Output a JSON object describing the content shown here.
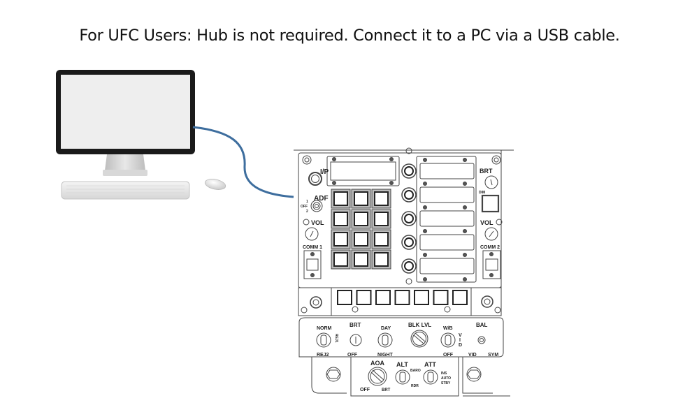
{
  "caption": "For UFC Users: Hub is not required. Connect it to a PC via a USB cable.",
  "colors": {
    "cable": "#3e6e9e",
    "panel_line": "#444444",
    "monitor_frame": "#1a1a1a",
    "screen": "#eeeeee"
  },
  "computer": {
    "monitor": "monitor-icon",
    "keyboard": "keyboard-icon",
    "mouse": "mouse-icon"
  },
  "cable": {
    "type": "USB cable",
    "icon": "usb-cable-icon"
  },
  "ufc": {
    "labels": {
      "ip": "I/P",
      "adf": "ADF",
      "adf_1": "1",
      "adf_off": "OFF",
      "adf_2": "2",
      "vol_left": "VOL",
      "comm1": "COMM 1",
      "brt_top": "BRT",
      "dim": "DIM",
      "vol_right": "VOL",
      "comm2": "COMM 2"
    },
    "lower": {
      "norm": "NORM",
      "rej2": "REJ2",
      "rej1": "REJ1",
      "brt": "BRT",
      "brt_off": "OFF",
      "day": "DAY",
      "night": "NIGHT",
      "blk_lvl": "BLK LVL",
      "wb": "W/B",
      "wb_off": "OFF",
      "vid_v": "V",
      "vid_i": "I",
      "vid_d": "D",
      "bal": "BAL",
      "vid": "VID",
      "sym": "SYM",
      "aoa": "AOA",
      "aoa_off": "OFF",
      "aoa_brt": "BRT",
      "alt": "ALT",
      "baro": "BARO",
      "rdr": "RDR",
      "att": "ATT",
      "ins": "INS",
      "auto": "AUTO",
      "stby": "STBY"
    }
  }
}
